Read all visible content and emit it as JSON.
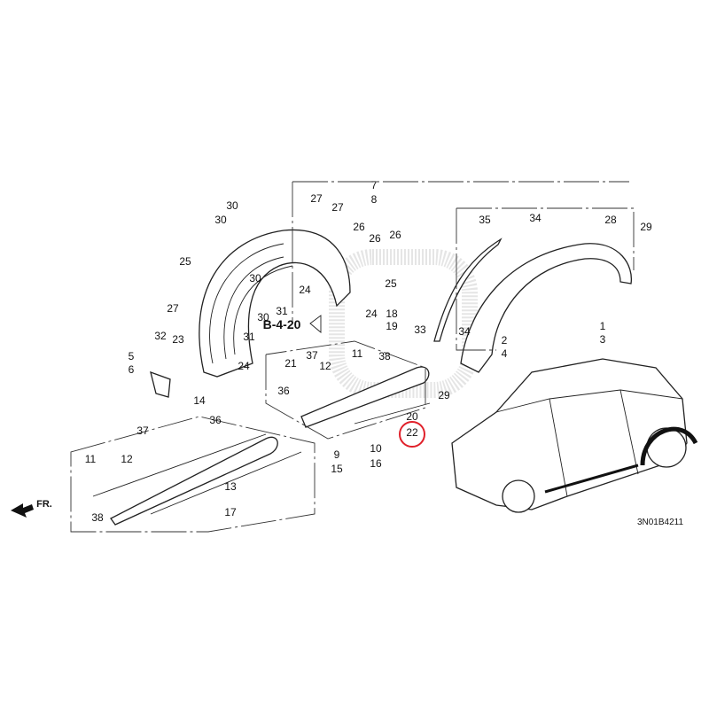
{
  "diagram_code": "3N01B4211",
  "front_indicator": "FR.",
  "reference": "B-4-20",
  "highlighted_part": "22",
  "highlight_color": "#e0202a",
  "labels": [
    "30",
    "30",
    "25",
    "27",
    "27",
    "27",
    "7",
    "8",
    "26",
    "26",
    "26",
    "30",
    "24",
    "31",
    "25",
    "30",
    "31",
    "24",
    "24",
    "32",
    "23",
    "5",
    "6",
    "18",
    "19",
    "33",
    "35",
    "34",
    "28",
    "29",
    "1",
    "3",
    "34",
    "2",
    "4",
    "29",
    "21",
    "37",
    "12",
    "11",
    "38",
    "36",
    "20",
    "22",
    "10",
    "16",
    "14",
    "36",
    "37",
    "12",
    "11",
    "38",
    "9",
    "15",
    "13",
    "17"
  ]
}
